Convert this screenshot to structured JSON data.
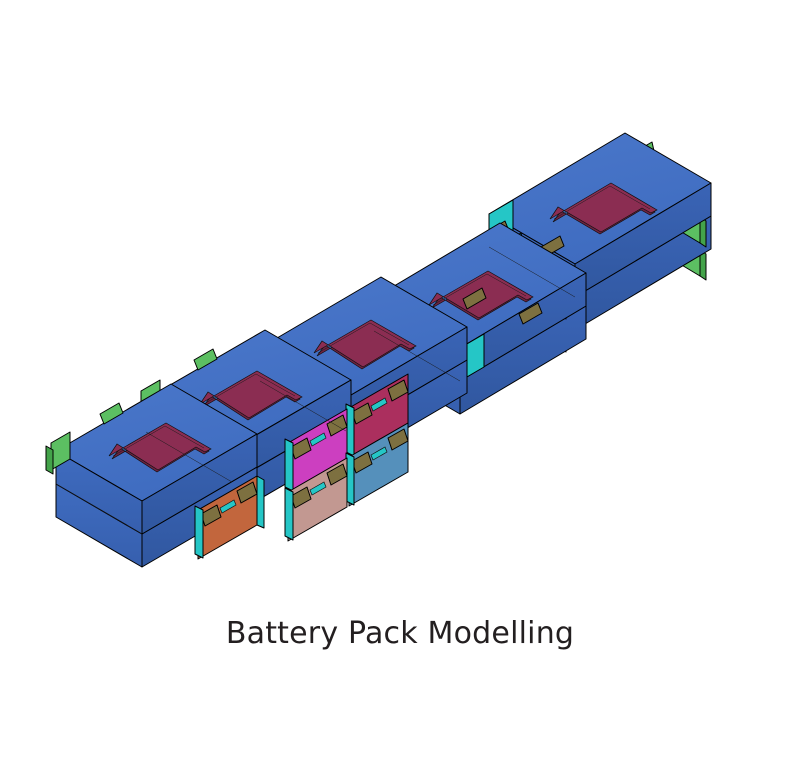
{
  "caption": "Battery Pack Modelling",
  "scene": {
    "title": "Battery Pack Modelling",
    "background_color": "#ffffff",
    "render_style": "shaded-with-edges",
    "projection": "isometric",
    "object_name": "battery-pack-assembly",
    "module_count": 10,
    "stack_count": 5,
    "modules_per_stack": 2,
    "arrangement": "diagonal-staircase",
    "outline_color": "#000000"
  },
  "palette": {
    "module_top": "#4672c6",
    "module_top_shaded": "#3f6cc0",
    "module_front": "#3b66b8",
    "module_side": "#345ca8",
    "module_side_dark": "#2d5197",
    "recess_top": "#8b2d52",
    "recess_inner": "#6f2342",
    "recess_edge": "#a03a61",
    "rail_green": "#5cbf62",
    "rail_green_dark": "#43a34a",
    "connector_cyan": "#25c6c6",
    "connector_cyan_dark": "#14a5a5",
    "bracket_khaki": "#7d7040",
    "bracket_khaki_dark": "#5d5330",
    "accent_magenta": "#ff1fbe",
    "endplate_orange": "#c2663d",
    "endplate_rosybrown": "#c29891",
    "endplate_magenta": "#cc3fc0",
    "endplate_crimson": "#ab2f5e",
    "endplate_steelblue": "#5590bb",
    "text_color": "#231f20"
  },
  "stacks": [
    {
      "id": "stack-1",
      "position": "front-left",
      "endplate_colors": [
        "#c2663d",
        "#c29891"
      ],
      "modules": 2
    },
    {
      "id": "stack-2",
      "position": "left-mid",
      "endplate_colors": [
        "#cc3fc0",
        "#ab2f5e"
      ],
      "modules": 2
    },
    {
      "id": "stack-3",
      "position": "center",
      "endplate_colors": [
        "#5590bb",
        "#ab2f5e"
      ],
      "modules": 2
    },
    {
      "id": "stack-4",
      "position": "right-mid",
      "endplate_colors": [
        "#25c6c6",
        "#25c6c6"
      ],
      "modules": 2
    },
    {
      "id": "stack-5",
      "position": "back-right",
      "endplate_colors": [
        "#25c6c6",
        "#25c6c6"
      ],
      "modules": 2
    }
  ],
  "features": {
    "top_recess": "elongated-slot-with-notch",
    "side_rail": "green-busbar-rail",
    "end_connector": "cyan-terminal-block",
    "mount_bracket": "khaki-corner-bracket",
    "sense_tab": "magenta-voltage-tap"
  }
}
